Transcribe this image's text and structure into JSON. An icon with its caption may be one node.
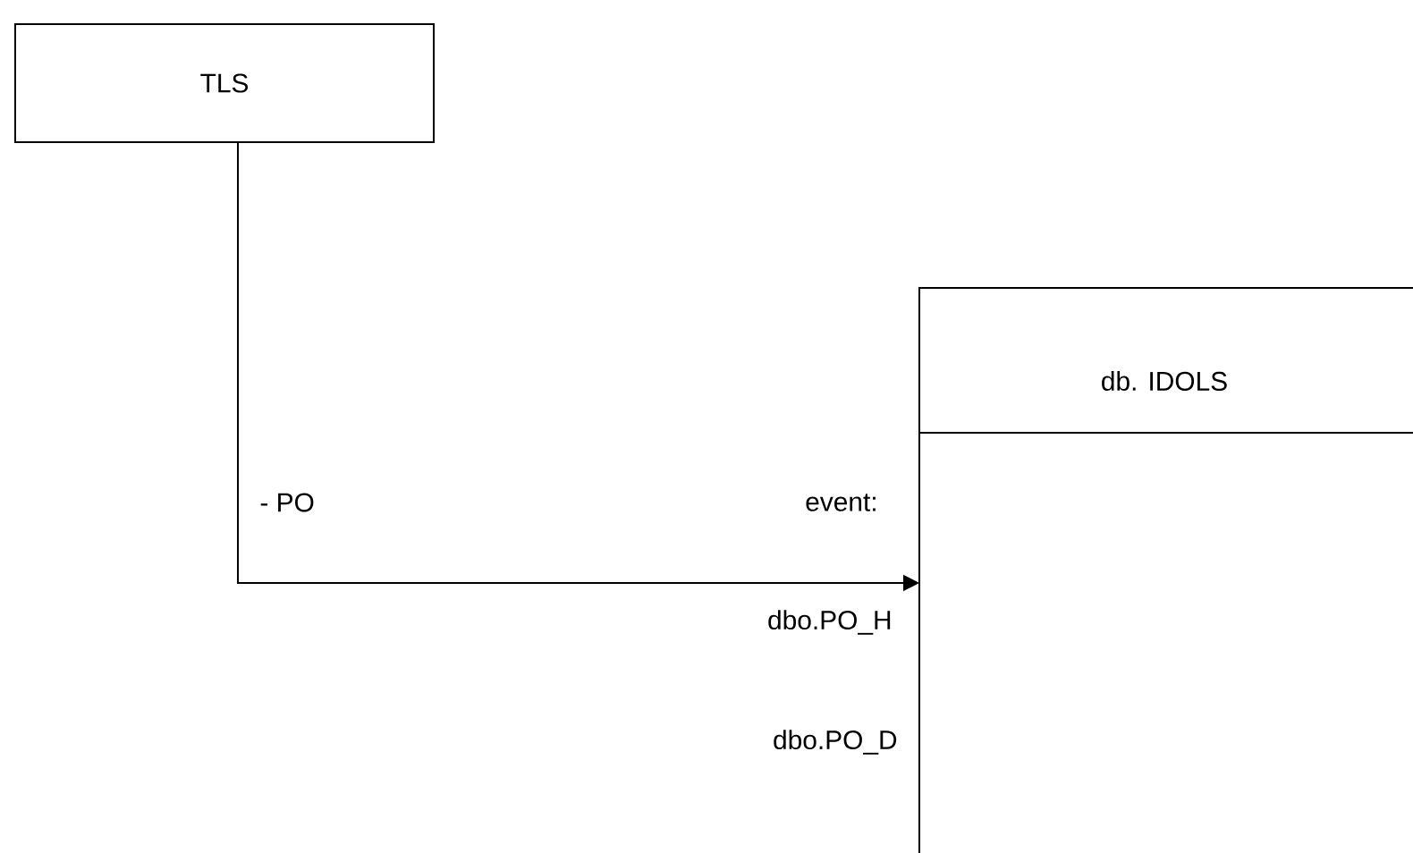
{
  "diagram": {
    "nodes": [
      {
        "text": [
          "TLS"
        ]
      },
      {
        "text": [
          "db. IDOLS"
        ]
      }
    ],
    "edges": [
      {
        "from": 0,
        "to": 1,
        "arrow": "to"
      }
    ],
    "labels": [
      "- PO",
      "event:",
      "dbo.PO_H",
      "dbo.PO_D"
    ]
  }
}
